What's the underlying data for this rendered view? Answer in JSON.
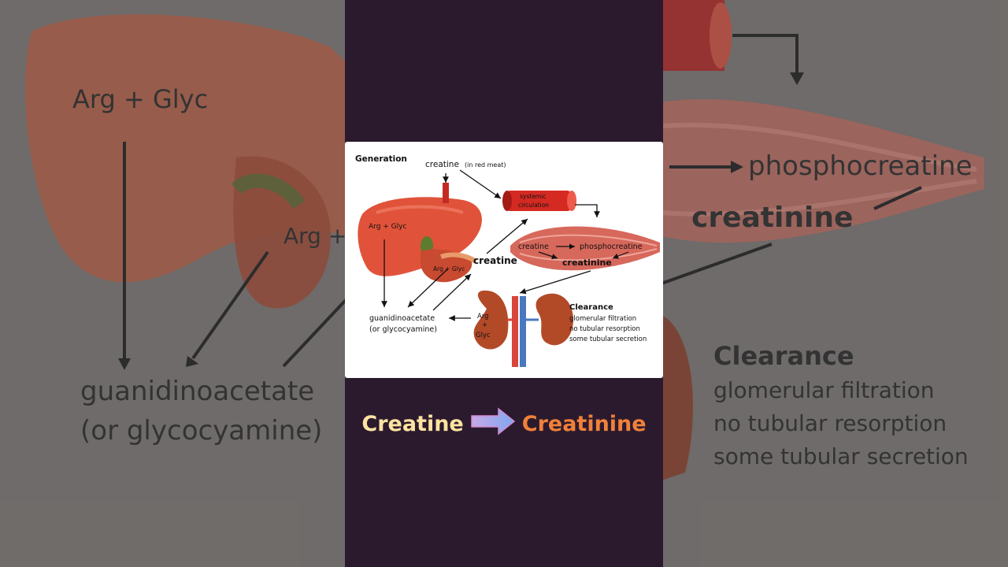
{
  "background": {
    "left_arg_glyc_1": "Arg + Glyc",
    "left_arg_glyc_2": "Arg +",
    "left_guanidino_1": "guanidinoacetate",
    "left_guanidino_2": "(or glycocyamine)",
    "right_phosphocreatine": "phosphocreatine",
    "right_creatinine": "creatinine",
    "right_clearance_title": "Clearance",
    "right_clearance_1": "glomerular filtration",
    "right_clearance_2": "no tubular resorption",
    "right_clearance_3": "some tubular secretion"
  },
  "diagram": {
    "generation": "Generation",
    "creatine_top": "creatine",
    "red_meat": "(in red meat)",
    "systemic_1": "systemic",
    "systemic_2": "circulation",
    "liver_arg_glyc": "Arg + Glyc",
    "pancreas_arg_glyc": "Arg + Glyc",
    "creatine_mid": "creatine",
    "muscle_creatine": "creatine",
    "muscle_phospho": "phosphocreatine",
    "muscle_creatinine": "creatinine",
    "guanidino_1": "guanidinoacetate",
    "guanidino_2": "(or glycocyamine)",
    "kidney_arg": "Arg",
    "kidney_plus": "+",
    "kidney_glyc": "Glyc",
    "clearance_title": "Clearance",
    "clearance_1": "glomerular filtration",
    "clearance_2": "no tubular resorption",
    "clearance_3": "some tubular secretion"
  },
  "caption": {
    "left": "Creatine",
    "right": "Creatinine"
  },
  "colors": {
    "panel": "#2b1a2e",
    "caption_left": "#fde3a0",
    "caption_right": "#f0803a",
    "organ_red": "#e0362a"
  }
}
